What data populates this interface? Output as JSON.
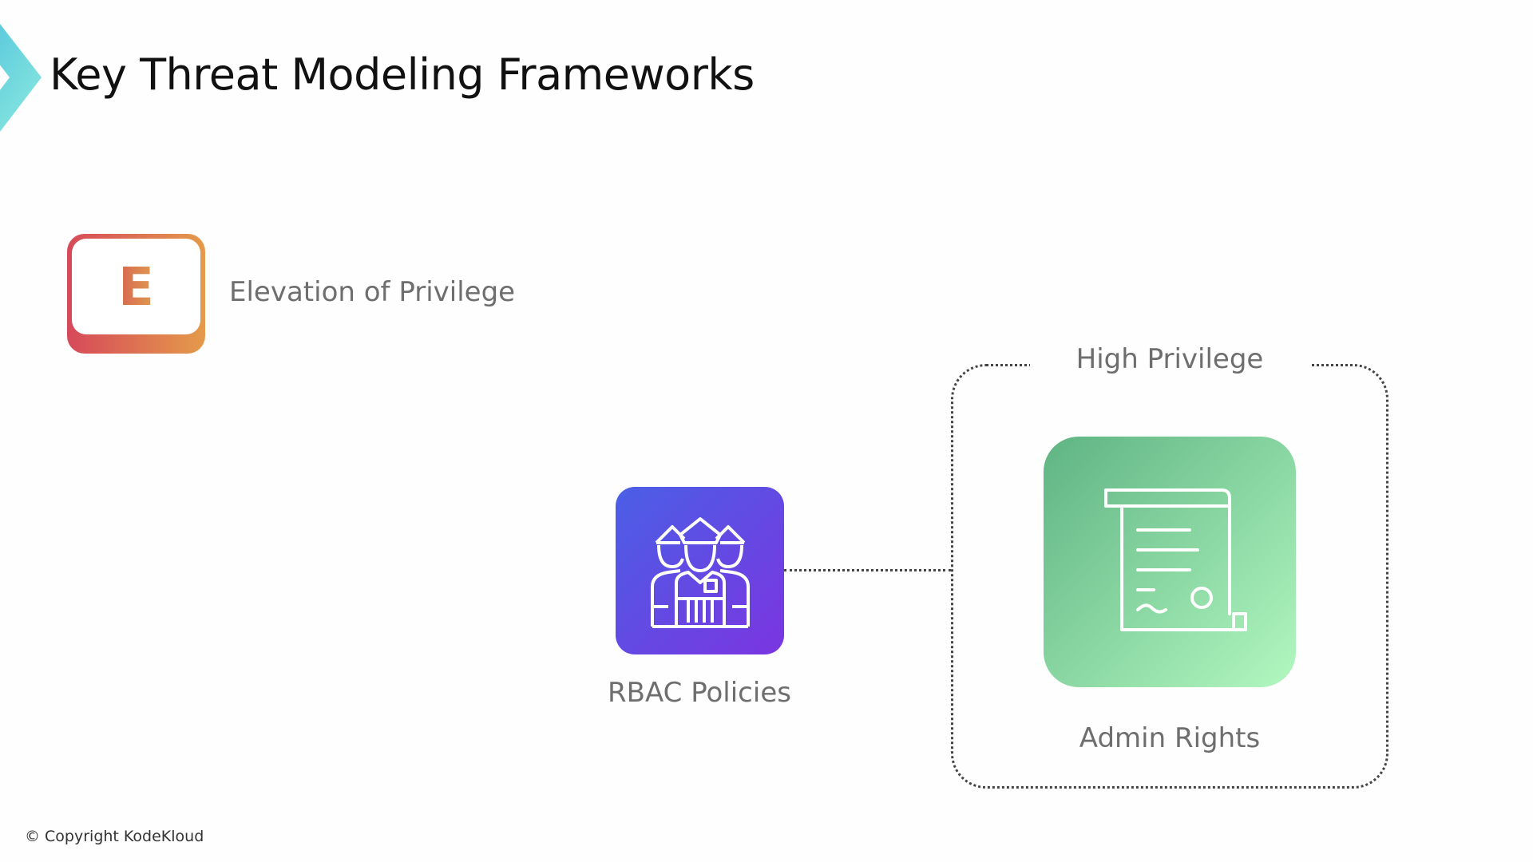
{
  "slide": {
    "title": "Key Threat Modeling Frameworks",
    "letter": "E",
    "letter_label": "Elevation of Privilege",
    "rbac_label": "RBAC Policies",
    "group_label": "High Privilege",
    "admin_label": "Admin Rights",
    "copyright": "© Copyright KodeKloud"
  },
  "icons": {
    "rbac": "police-officers-icon",
    "admin": "certificate-scroll-icon",
    "logo": "chevron-logo-icon"
  },
  "colors": {
    "accent_cyan": "#5fd6dd",
    "e_gradient_start": "#d6495a",
    "e_gradient_end": "#e49b4a",
    "rbac_gradient_start": "#4a5fe6",
    "rbac_gradient_end": "#7b35e0",
    "admin_gradient_start": "#5fb483",
    "admin_gradient_end": "#b2f7c0"
  }
}
